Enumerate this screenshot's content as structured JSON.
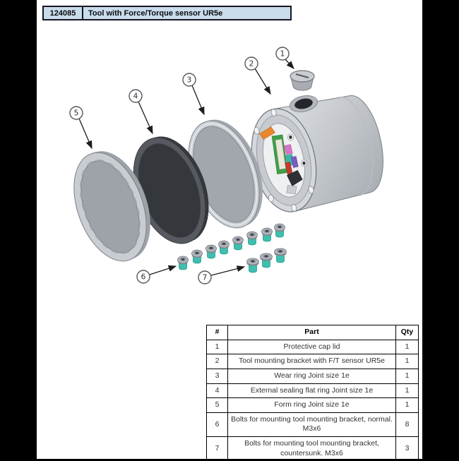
{
  "header": {
    "part_number": "124085",
    "title": "Tool with Force/Torque sensor UR5e",
    "bg_color": "#c8dcec",
    "border_color": "#16161f"
  },
  "diagram": {
    "callouts": [
      {
        "label": "1"
      },
      {
        "label": "2"
      },
      {
        "label": "3"
      },
      {
        "label": "4"
      },
      {
        "label": "5"
      },
      {
        "label": "6"
      },
      {
        "label": "7"
      }
    ],
    "colors": {
      "body_gray": "#c2c6cb",
      "dark_ring": "#565a60",
      "bolt_teal": "#3fbfae",
      "flex_orange": "#e8872b",
      "pcb_green": "#3fa045"
    }
  },
  "table": {
    "headers": {
      "num": "#",
      "part": "Part",
      "qty": "Qty"
    },
    "rows": [
      {
        "num": "1",
        "part": "Protective cap lid",
        "qty": "1"
      },
      {
        "num": "2",
        "part": "Tool mounting bracket with F/T sensor UR5e",
        "qty": "1"
      },
      {
        "num": "3",
        "part": "Wear ring Joint size 1e",
        "qty": "1"
      },
      {
        "num": "4",
        "part": "External sealing flat ring Joint size 1e",
        "qty": "1"
      },
      {
        "num": "5",
        "part": "Form ring Joint size 1e",
        "qty": "1"
      },
      {
        "num": "6",
        "part": "Bolts for mounting tool mounting bracket, normal. M3x6",
        "qty": "8"
      },
      {
        "num": "7",
        "part": "Bolts for mounting tool mounting bracket, countersunk. M3x6",
        "qty": "3"
      }
    ]
  }
}
